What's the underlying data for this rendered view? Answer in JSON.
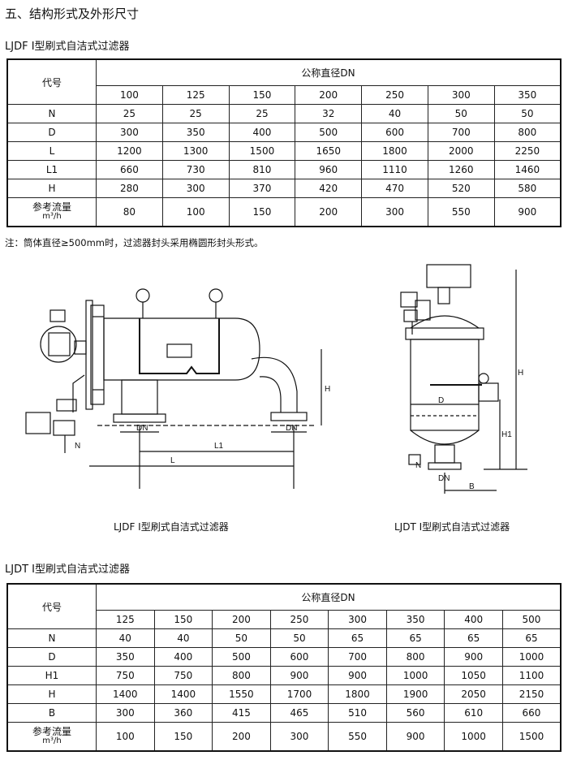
{
  "section_title": "五、结构形式及外形尺寸",
  "ljdf": {
    "title": "LJDF Ⅰ型刷式自洁式过滤器",
    "code_label": "代号",
    "dn_label": "公称直径DN",
    "dn_values": [
      "100",
      "125",
      "150",
      "200",
      "250",
      "300",
      "350"
    ],
    "rows": [
      {
        "label": "N",
        "values": [
          "25",
          "25",
          "25",
          "32",
          "40",
          "50",
          "50"
        ]
      },
      {
        "label": "D",
        "values": [
          "300",
          "350",
          "400",
          "500",
          "600",
          "700",
          "800"
        ]
      },
      {
        "label": "L",
        "values": [
          "1200",
          "1300",
          "1500",
          "1650",
          "1800",
          "2000",
          "2250"
        ]
      },
      {
        "label": "L1",
        "values": [
          "660",
          "730",
          "810",
          "960",
          "1110",
          "1260",
          "1460"
        ]
      },
      {
        "label": "H",
        "values": [
          "280",
          "300",
          "370",
          "420",
          "470",
          "520",
          "580"
        ]
      }
    ],
    "flow_label": "参考流量",
    "flow_unit": "m³/h",
    "flow_values": [
      "80",
      "100",
      "150",
      "200",
      "300",
      "550",
      "900"
    ]
  },
  "note": "注：筒体直径≥500mm时，过滤器封头采用椭圆形封头形式。",
  "drawing": {
    "left_caption": "LJDF Ⅰ型刷式自洁式过滤器",
    "right_caption": "LJDT Ⅰ型刷式自洁式过滤器",
    "labels": {
      "N": "N",
      "DN": "DN",
      "L": "L",
      "L1": "L1",
      "H": "H",
      "D": "D",
      "B": "B",
      "H1": "H1"
    }
  },
  "ljdt": {
    "title": "LJDT Ⅰ型刷式自洁式过滤器",
    "code_label": "代号",
    "dn_label": "公称直径DN",
    "dn_values": [
      "125",
      "150",
      "200",
      "250",
      "300",
      "350",
      "400",
      "500"
    ],
    "rows": [
      {
        "label": "N",
        "values": [
          "40",
          "40",
          "50",
          "50",
          "65",
          "65",
          "65",
          "65"
        ]
      },
      {
        "label": "D",
        "values": [
          "350",
          "400",
          "500",
          "600",
          "700",
          "800",
          "900",
          "1000"
        ]
      },
      {
        "label": "H1",
        "values": [
          "750",
          "750",
          "800",
          "900",
          "900",
          "1000",
          "1050",
          "1100"
        ]
      },
      {
        "label": "H",
        "values": [
          "1400",
          "1400",
          "1550",
          "1700",
          "1800",
          "1900",
          "2050",
          "2150"
        ]
      },
      {
        "label": "B",
        "values": [
          "300",
          "360",
          "415",
          "465",
          "510",
          "560",
          "610",
          "660"
        ]
      }
    ],
    "flow_label": "参考流量",
    "flow_unit": "m³/h",
    "flow_values": [
      "100",
      "150",
      "200",
      "300",
      "550",
      "900",
      "1000",
      "1500"
    ]
  }
}
